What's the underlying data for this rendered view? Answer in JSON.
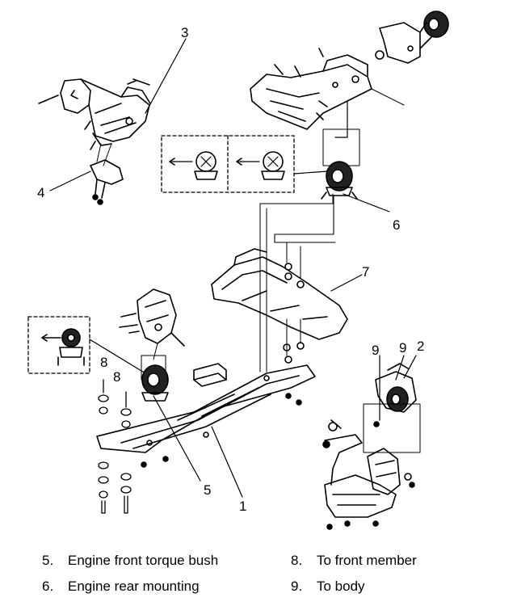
{
  "callouts": {
    "c1": "1",
    "c2": "2",
    "c3": "3",
    "c4": "4",
    "c5": "5",
    "c6": "6",
    "c7": "7",
    "c8a": "8",
    "c8b": "8",
    "c9a": "9",
    "c9b": "9"
  },
  "legend": [
    {
      "number": "5.",
      "text": "Engine front torque bush"
    },
    {
      "number": "6.",
      "text": "Engine rear mounting"
    },
    {
      "number": "8.",
      "text": "To front member"
    },
    {
      "number": "9.",
      "text": "To body"
    }
  ]
}
